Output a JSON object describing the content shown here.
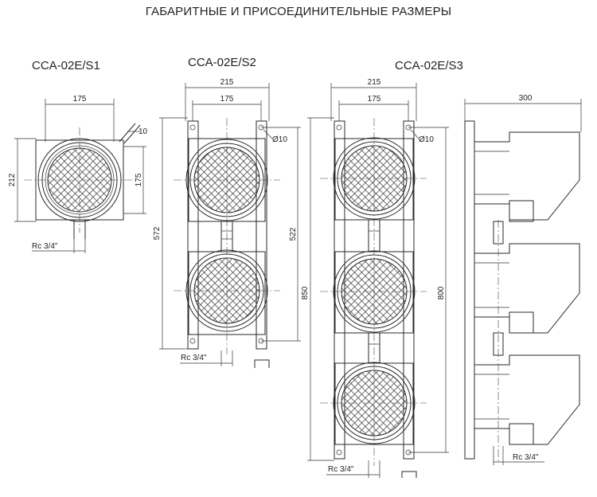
{
  "title": "ГАБАРИТНЫЕ И ПРИСОЕДИНИТЕЛЬНЫЕ РАЗМЕРЫ",
  "models": {
    "s1": "CCA-02E/S1",
    "s2": "CCA-02E/S2",
    "s3": "CCA-02E/S3"
  },
  "dims": {
    "s1": {
      "width": "175",
      "height": "212",
      "depth": "175",
      "tilt": "10",
      "thread": "Rc 3/4\""
    },
    "s2": {
      "outer": "215",
      "inner": "175",
      "hole": "Ø10",
      "height": "572",
      "pitch": "522",
      "thread": "Rc 3/4\""
    },
    "s3": {
      "outer": "215",
      "inner": "175",
      "hole": "Ø10",
      "height": "850",
      "pitch": "800",
      "thread": "Rc 3/4\""
    },
    "side": {
      "depth": "300",
      "thread": "Rc 3/4\""
    }
  },
  "colors": {
    "line": "#2a2a2a",
    "text": "#222222",
    "background": "#ffffff"
  }
}
